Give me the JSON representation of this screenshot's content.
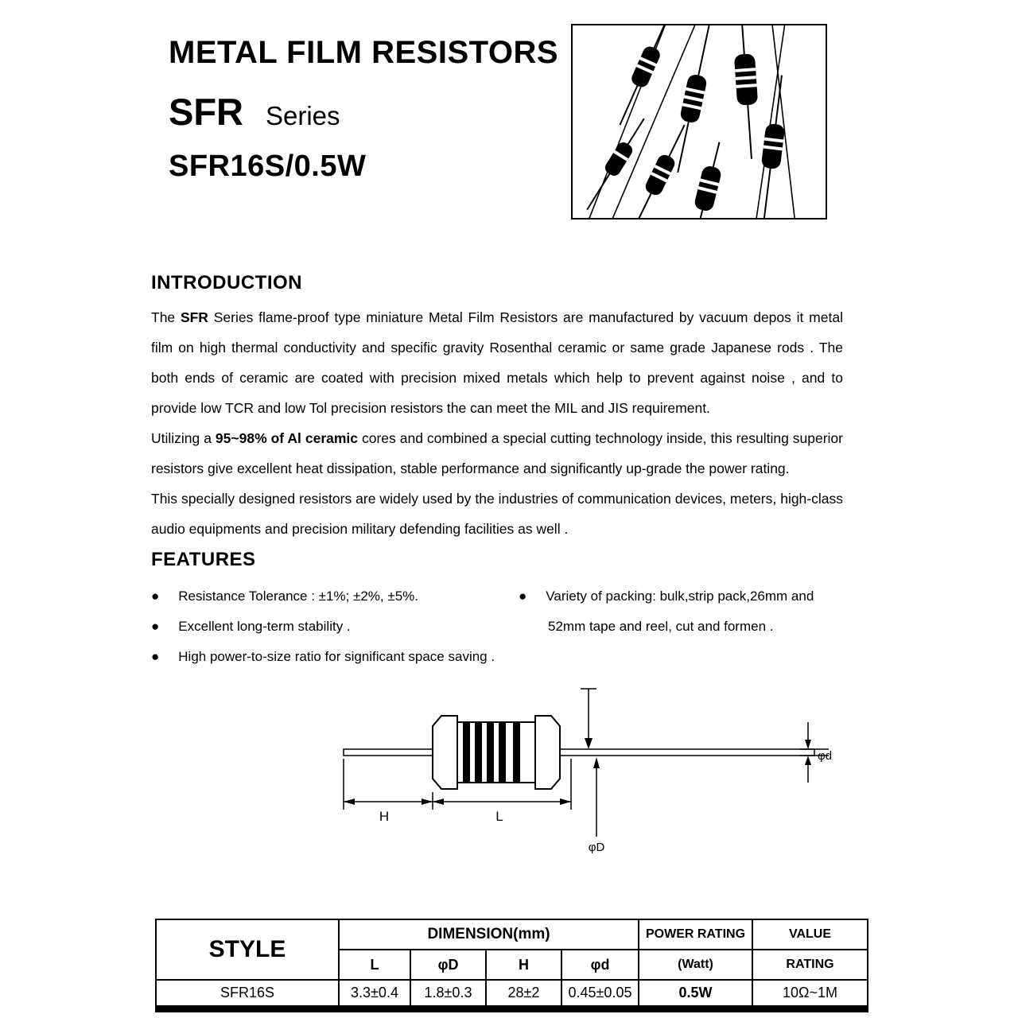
{
  "header": {
    "title": "METAL FILM RESISTORS",
    "series_name": "SFR",
    "series_suffix": "Series",
    "model": "SFR16S/0.5W"
  },
  "icons": {
    "bullet": "●"
  },
  "introduction": {
    "heading": "INTRODUCTION",
    "p1_pre": "The ",
    "p1_bold": "SFR",
    "p1_rest": " Series flame-proof type miniature Metal Film Resistors are manufactured by vacuum depos it metal film on high thermal conductivity and specific gravity Rosenthal ceramic or same grade Japanese rods .   The both ends of ceramic are coated with precision mixed metals which help to prevent against noise , and to provide low TCR and low Tol precision resistors the can meet the MIL and JIS requirement.",
    "p2_pre": "Utilizing a ",
    "p2_bold": "95~98% of Al ceramic",
    "p2_rest": " cores and combined a special cutting technology inside, this resulting superior resistors give excellent heat dissipation,   stable performance and significantly up-grade the power rating.",
    "p3": "This specially designed resistors are widely used by the industries of communication devices,   meters,   high-class audio equipments and precision military defending facilities as well ."
  },
  "features": {
    "heading": "FEATURES",
    "left": [
      "Resistance Tolerance :  ±1%;  ±2%,  ±5%.",
      "Excellent long-term stability .",
      "High power-to-size ratio for significant space saving ."
    ],
    "right_line1": "Variety of packing: bulk,strip pack,26mm and",
    "right_line2": "52mm tape and reel, cut and formen ."
  },
  "drawing": {
    "label_h": "H",
    "label_l": "L",
    "label_phi_d_small": "φd",
    "label_phi_d_big": "φD"
  },
  "table": {
    "style_header": "STYLE",
    "dimension_header": "DIMENSION(mm)",
    "power_header_line1": "POWER RATING",
    "power_header_line2": "(Watt)",
    "value_header_line1": "VALUE",
    "value_header_line2": "RATING",
    "dim_cols": [
      "L",
      "φD",
      "H",
      "φd"
    ],
    "row": {
      "style": "SFR16S",
      "l": "3.3±0.4",
      "phi_D": "1.8±0.3",
      "h": "28±2",
      "phi_d": "0.45±0.05",
      "power": "0.5W",
      "value": "10Ω~1M"
    }
  }
}
